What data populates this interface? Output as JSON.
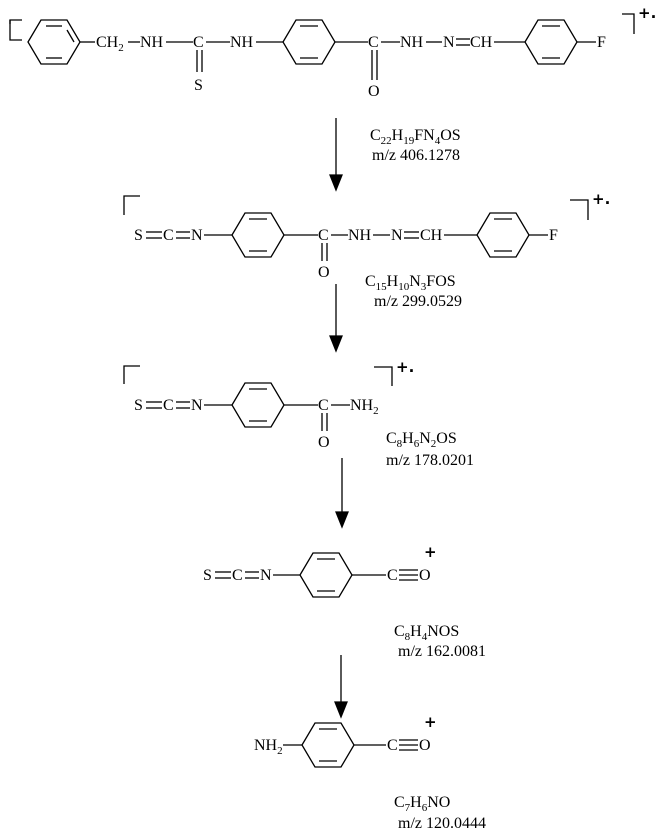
{
  "structures": [
    {
      "formula": {
        "c": "C",
        "c_n": "22",
        "h": "H",
        "h_n": "19",
        "rest": "FN",
        "rest_n": "4",
        "tail": "OS"
      },
      "mz": "m/z  406.1278",
      "charge": "+.",
      "labels": {
        "ch2": "CH",
        "ch2_sub": "2",
        "nh1": "NH",
        "c1": "C",
        "s1": "S",
        "nh2": "NH",
        "c2": "C",
        "o2": "O",
        "nh3": "NH",
        "n3": "N",
        "ch3": "CH",
        "f": "F"
      }
    },
    {
      "formula": {
        "c": "C",
        "c_n": "15",
        "h": "H",
        "h_n": "10",
        "rest": "N",
        "rest_n": "3",
        "tail": "FOS"
      },
      "mz": "m/z 299.0529",
      "charge": "+.",
      "labels": {
        "s": "S",
        "c": "C",
        "n": "N",
        "co": "C",
        "o": "O",
        "nh": "NH",
        "n2": "N",
        "ch": "CH",
        "f": "F"
      }
    },
    {
      "formula": {
        "c": "C",
        "c_n": "8",
        "h": "H",
        "h_n": "6",
        "rest": "N",
        "rest_n": "2",
        "tail": "OS"
      },
      "mz": "m/z 178.0201",
      "charge": "+.",
      "labels": {
        "s": "S",
        "c": "C",
        "n": "N",
        "co": "C",
        "o": "O",
        "nh2": "NH",
        "nh2_sub": "2"
      }
    },
    {
      "formula": {
        "c": "C",
        "c_n": "8",
        "h": "H",
        "h_n": "4",
        "rest": "NOS",
        "rest_n": "",
        "tail": ""
      },
      "mz": "m/z 162.0081",
      "charge": "+",
      "labels": {
        "s": "S",
        "c": "C",
        "n": "N",
        "cx": "C",
        "o": "O"
      }
    },
    {
      "formula": {
        "c": "C",
        "c_n": "7",
        "h": "H",
        "h_n": "6",
        "rest": "NO",
        "rest_n": "",
        "tail": ""
      },
      "mz": "m/z 120.0444",
      "charge": "+",
      "labels": {
        "nh2": "NH",
        "nh2_sub": "2",
        "cx": "C",
        "o": "O"
      }
    }
  ]
}
